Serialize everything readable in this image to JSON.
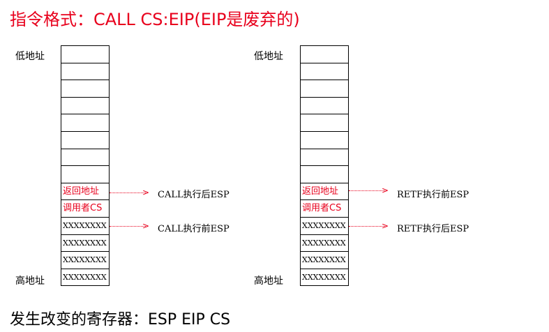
{
  "title": "指令格式：CALL  CS:EIP(EIP是废弃的)",
  "footer": "发生改变的寄存器：ESP EIP  CS",
  "diagrams": [
    {
      "low_label": "低地址",
      "high_label": "高地址",
      "cells": [
        "",
        "",
        "",
        "",
        "",
        "",
        "",
        "",
        "返回地址",
        "调用者CS",
        "XXXXXXXX",
        "XXXXXXXX",
        "XXXXXXXX",
        "XXXXXXXX"
      ],
      "note_top": "CALL执行后ESP",
      "note_bottom": "CALL执行前ESP"
    },
    {
      "low_label": "低地址",
      "high_label": "高地址",
      "cells": [
        "",
        "",
        "",
        "",
        "",
        "",
        "",
        "",
        "返回地址",
        "调用者CS",
        "XXXXXXXX",
        "XXXXXXXX",
        "XXXXXXXX",
        "XXXXXXXX"
      ],
      "note_top": "RETF执行前ESP",
      "note_bottom": "RETF执行后ESP"
    }
  ],
  "colors": {
    "accent": "#e8001c"
  }
}
